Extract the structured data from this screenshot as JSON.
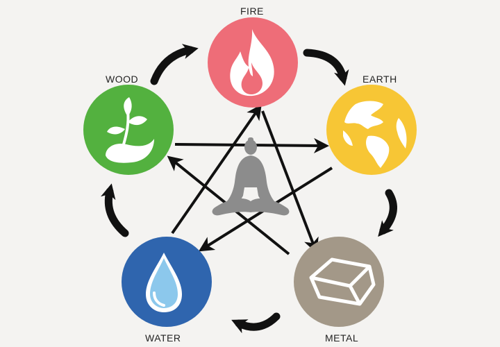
{
  "elements": {
    "fire": {
      "label": "FIRE",
      "color": "#ee6d78",
      "icon": "flame-icon"
    },
    "earth": {
      "label": "EARTH",
      "color": "#f7c635",
      "icon": "globe-icon"
    },
    "metal": {
      "label": "METAL",
      "color": "#a39888",
      "icon": "metal-ingot-icon"
    },
    "water": {
      "label": "WATER",
      "color": "#2f65ae",
      "icon": "water-drop-icon"
    },
    "wood": {
      "label": "WOOD",
      "color": "#53b13f",
      "icon": "sprout-icon"
    }
  },
  "center_figure": {
    "icon": "meditating-person-icon",
    "color": "#8c8c8c"
  },
  "arrow_color": "#111111",
  "background_color": "#f4f3f1"
}
